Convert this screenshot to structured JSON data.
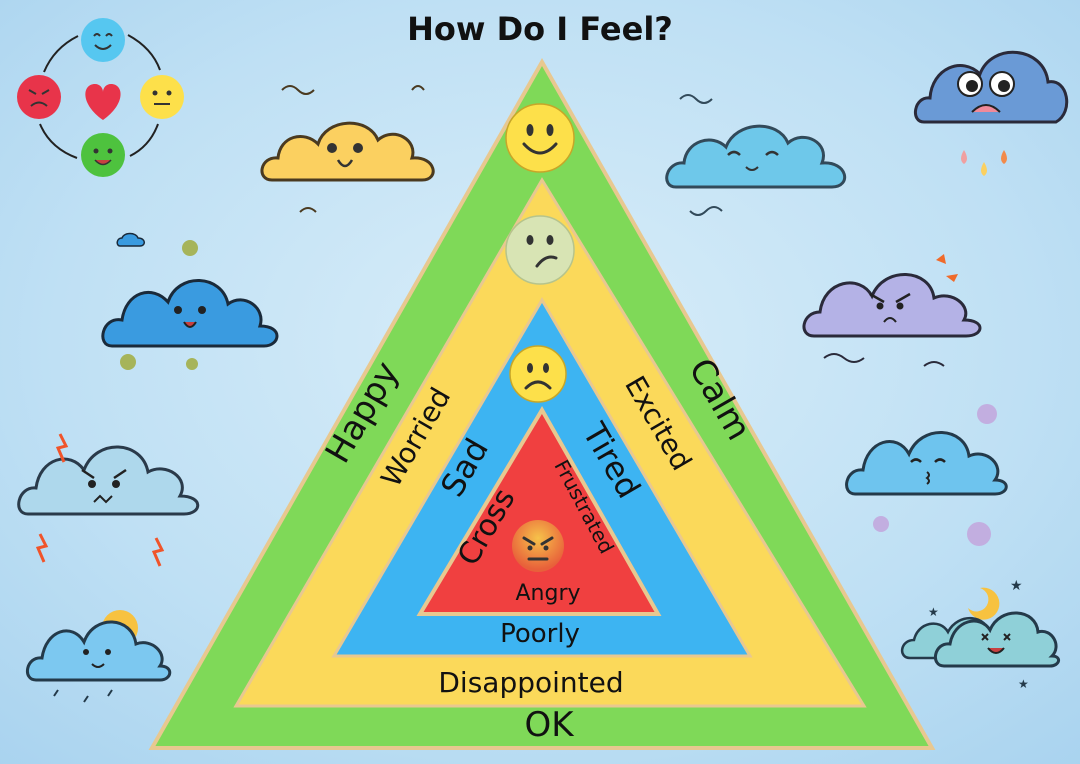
{
  "title": "How Do I Feel?",
  "colors": {
    "background": "#bfe0f4",
    "green": "#7fd958",
    "yellow": "#fbd95a",
    "blue": "#3db4f2",
    "red": "#f04040",
    "border": "#e8c890"
  },
  "layers": [
    {
      "color": "green",
      "emoji": "happy",
      "labels": {
        "left": "Happy",
        "right": "Calm",
        "bottom": "OK"
      }
    },
    {
      "color": "yellow",
      "emoji": "unsure",
      "labels": {
        "left": "Worried",
        "right": "Excited",
        "bottom": "Disappointed"
      }
    },
    {
      "color": "blue",
      "emoji": "sad",
      "labels": {
        "left": "Sad",
        "right": "Tired",
        "bottom": "Poorly"
      }
    },
    {
      "color": "red",
      "emoji": "angry",
      "labels": {
        "left": "Cross",
        "right": "Frustrated",
        "bottom": "Angry"
      }
    }
  ],
  "emotion_cycle_icons": [
    "happy-face",
    "neutral-face",
    "good-face",
    "angry-face",
    "heart"
  ],
  "clouds": [
    {
      "name": "happy-yellow-cloud",
      "mood": "happy",
      "color": "#fbd060"
    },
    {
      "name": "calm-blue-cloud",
      "mood": "calm",
      "color": "#6ec8ea"
    },
    {
      "name": "crying-cloud",
      "mood": "crying",
      "color": "#6a9ad6"
    },
    {
      "name": "smiling-blue-cloud",
      "mood": "smiling",
      "color": "#3a9be0"
    },
    {
      "name": "angry-purple-cloud",
      "mood": "angry",
      "color": "#b4b2e6"
    },
    {
      "name": "stormy-cloud",
      "mood": "cross",
      "color": "#aed8ec"
    },
    {
      "name": "kissing-cloud",
      "mood": "content",
      "color": "#6ec4ee"
    },
    {
      "name": "sunny-cloud",
      "mood": "cheerful",
      "color": "#7cc8f0"
    },
    {
      "name": "night-cloud",
      "mood": "sleepy",
      "color": "#8fd0d8"
    }
  ]
}
